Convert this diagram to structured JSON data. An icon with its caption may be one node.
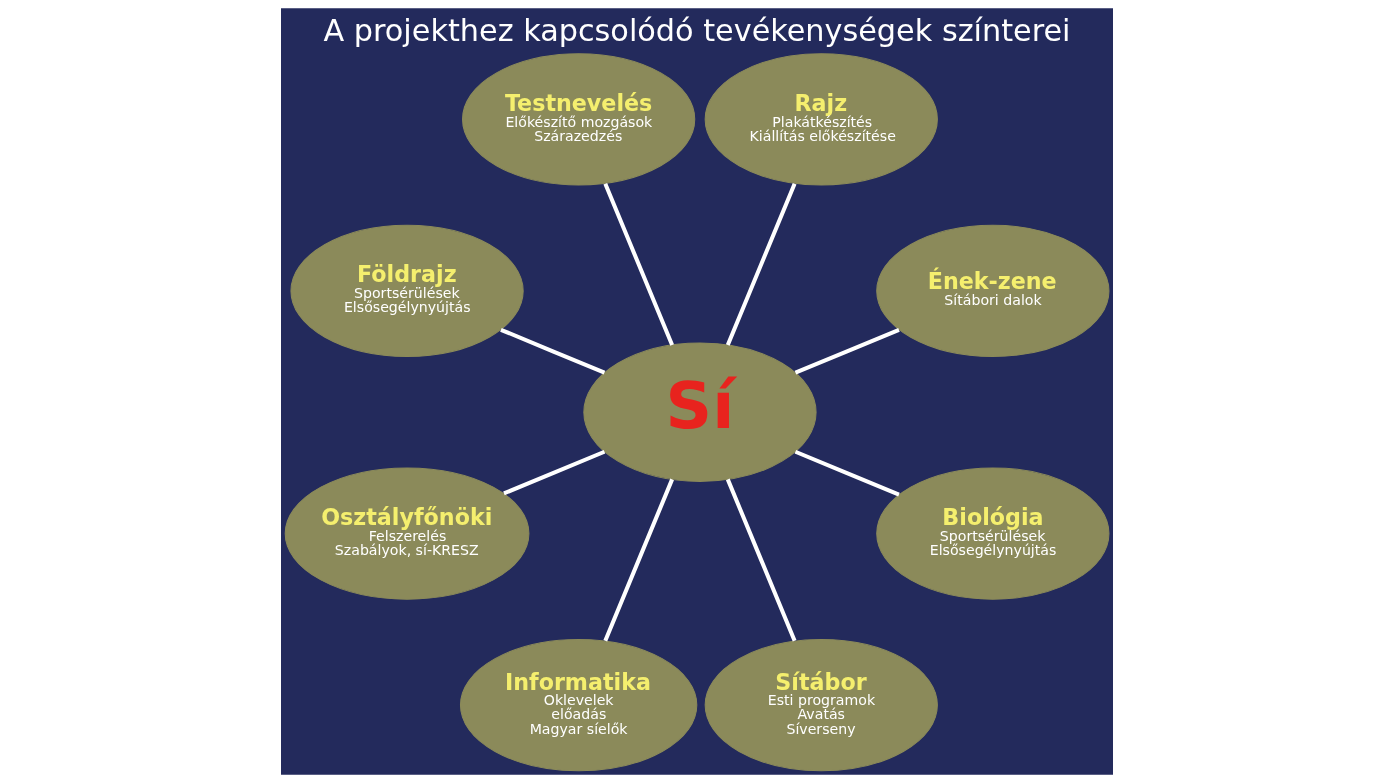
{
  "diagram": {
    "title": "A projekthez kapcsolódó tevékenységek színterei",
    "nodes": [
      {
        "text": [
          "Ének-zene",
          "Sítábori dalok"
        ]
      },
      {
        "text": [
          "Rajz",
          "Plakátkészítés",
          "Kiállítás előkészítése"
        ]
      },
      {
        "text": [
          "Testnevelés",
          "Előkészítő mozgások",
          "Szárazedzés"
        ]
      },
      {
        "text": [
          "Földrajz",
          "Sportsérülések",
          "Elsősegélynyújtás"
        ]
      },
      {
        "text": [
          "Sí"
        ]
      },
      {
        "text": [
          "Osztályfőnöki",
          "Felszerelés",
          "Szabályok, sí-KRESZ"
        ]
      },
      {
        "text": [
          "Informatika",
          "Oklevelek",
          "előadás",
          "Magyar síelők"
        ]
      },
      {
        "text": [
          "Sítábor",
          "Esti programok",
          "Avatás",
          "Síverseny"
        ]
      },
      {
        "text": [
          "Biológia",
          "Sportsérülések",
          "Elsősegélynyújtás"
        ]
      }
    ],
    "edges": [
      {
        "from": 4,
        "to": 0,
        "arrow": "none"
      },
      {
        "from": 4,
        "to": 1,
        "arrow": "none"
      },
      {
        "from": 4,
        "to": 2,
        "arrow": "none"
      },
      {
        "from": 4,
        "to": 3,
        "arrow": "none"
      },
      {
        "from": 4,
        "to": 5,
        "arrow": "none"
      },
      {
        "from": 4,
        "to": 6,
        "arrow": "none"
      },
      {
        "from": 4,
        "to": 7,
        "arrow": "none"
      },
      {
        "from": 4,
        "to": 8,
        "arrow": "none"
      }
    ]
  }
}
